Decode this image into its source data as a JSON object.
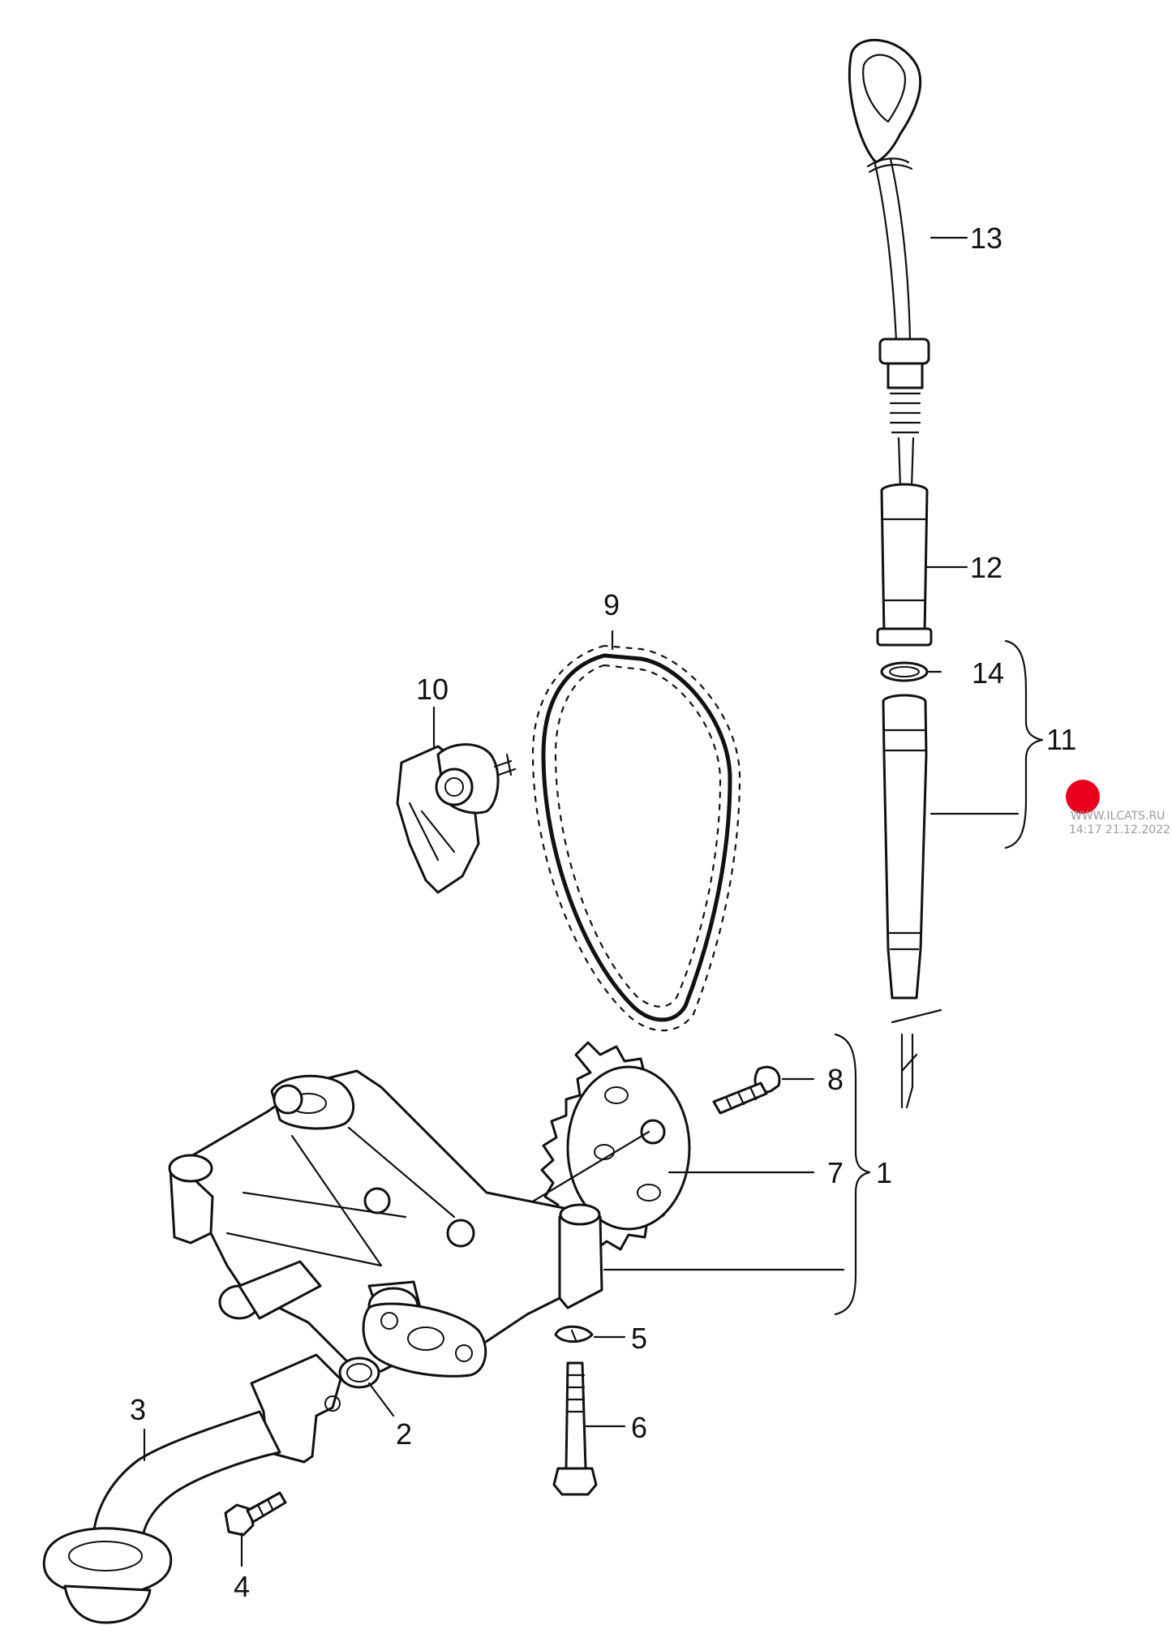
{
  "callouts": [
    {
      "id": "1",
      "text": "1"
    },
    {
      "id": "2",
      "text": "2"
    },
    {
      "id": "3",
      "text": "3"
    },
    {
      "id": "4",
      "text": "4"
    },
    {
      "id": "5",
      "text": "5"
    },
    {
      "id": "6",
      "text": "6"
    },
    {
      "id": "7",
      "text": "7"
    },
    {
      "id": "8",
      "text": "8"
    },
    {
      "id": "9",
      "text": "9"
    },
    {
      "id": "10",
      "text": "10"
    },
    {
      "id": "11",
      "text": "11"
    },
    {
      "id": "12",
      "text": "12"
    },
    {
      "id": "13",
      "text": "13"
    },
    {
      "id": "14",
      "text": "14"
    }
  ],
  "watermark": {
    "url": "WWW.ILCATS.RU",
    "timestamp": "14:17 21.12.2022",
    "dot_color": "#e8001c"
  }
}
